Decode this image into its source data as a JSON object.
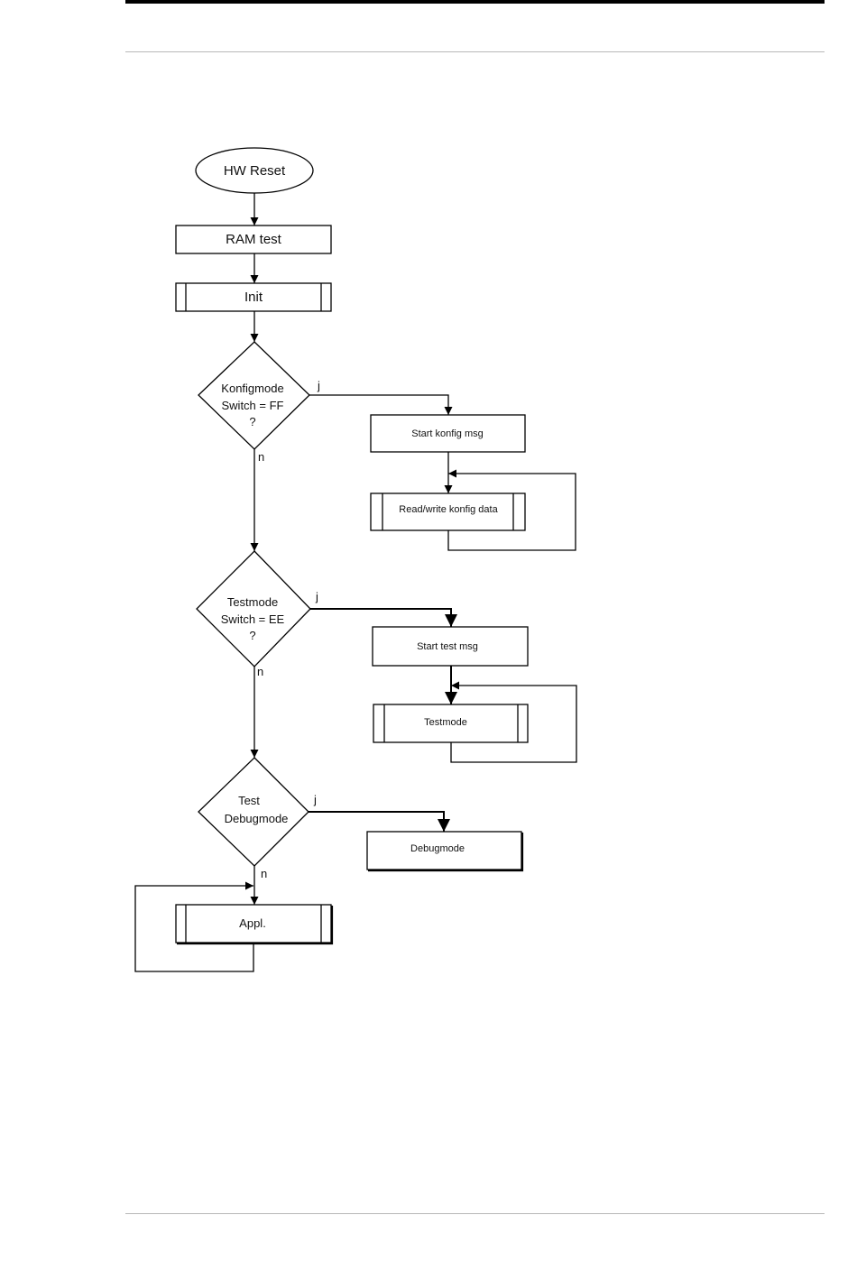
{
  "flowchart": {
    "start": "HW Reset",
    "ram_test": "RAM test",
    "init": "Init",
    "decision_konfig": [
      "Konfigmode",
      "Switch = FF",
      "?"
    ],
    "decision_test": [
      "Testmode",
      "Switch = EE",
      "?"
    ],
    "decision_debug": [
      "Test",
      "Debugmode"
    ],
    "start_konfig_msg": "Start konfig msg",
    "read_write_konfig": "Read/write konfig data",
    "start_test_msg": "Start test msg",
    "testmode": "Testmode",
    "debugmode": "Debugmode",
    "appl": "Appl.",
    "yes": "j",
    "no": "n"
  }
}
